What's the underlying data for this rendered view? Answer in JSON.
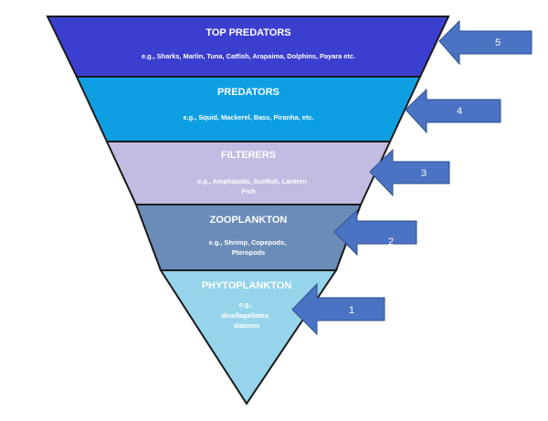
{
  "levels": [
    {
      "id": "top-predators",
      "title": "TOP PREDATORS",
      "desc_lines": [
        "e.g., Sharks, Marlin, Tuna, Catfish, Arapaima, Dolphins, Payara etc."
      ],
      "number": "5",
      "fill": "#3b3fcf"
    },
    {
      "id": "predators",
      "title": "PREDATORS",
      "desc_lines": [
        "e.g., Squid, Mackerel, Bass, Piranha, etc."
      ],
      "number": "4",
      "fill": "#0e9fe3"
    },
    {
      "id": "filterers",
      "title": "FILTERERS",
      "desc_lines": [
        "e.g., Amphipods, Sunfish, Lantern",
        "Fish"
      ],
      "number": "3",
      "fill": "#c2bbe2"
    },
    {
      "id": "zooplankton",
      "title": "ZOOPLANKTON",
      "desc_lines": [
        "e.g., Shrimp, Copepods,",
        "Pteropods"
      ],
      "number": "2",
      "fill": "#6b8cb8"
    },
    {
      "id": "phytoplankton",
      "title": "PHYTOPLANKTON",
      "desc_lines": [
        "e.g.,",
        "dinoflagellates,",
        "diatoms"
      ],
      "number": "1",
      "fill": "#95d4ea"
    }
  ],
  "colors": {
    "outline": "#1a1a1a",
    "arrow_fill": "#4a73c4",
    "arrow_stroke": "#2e4f8f"
  }
}
